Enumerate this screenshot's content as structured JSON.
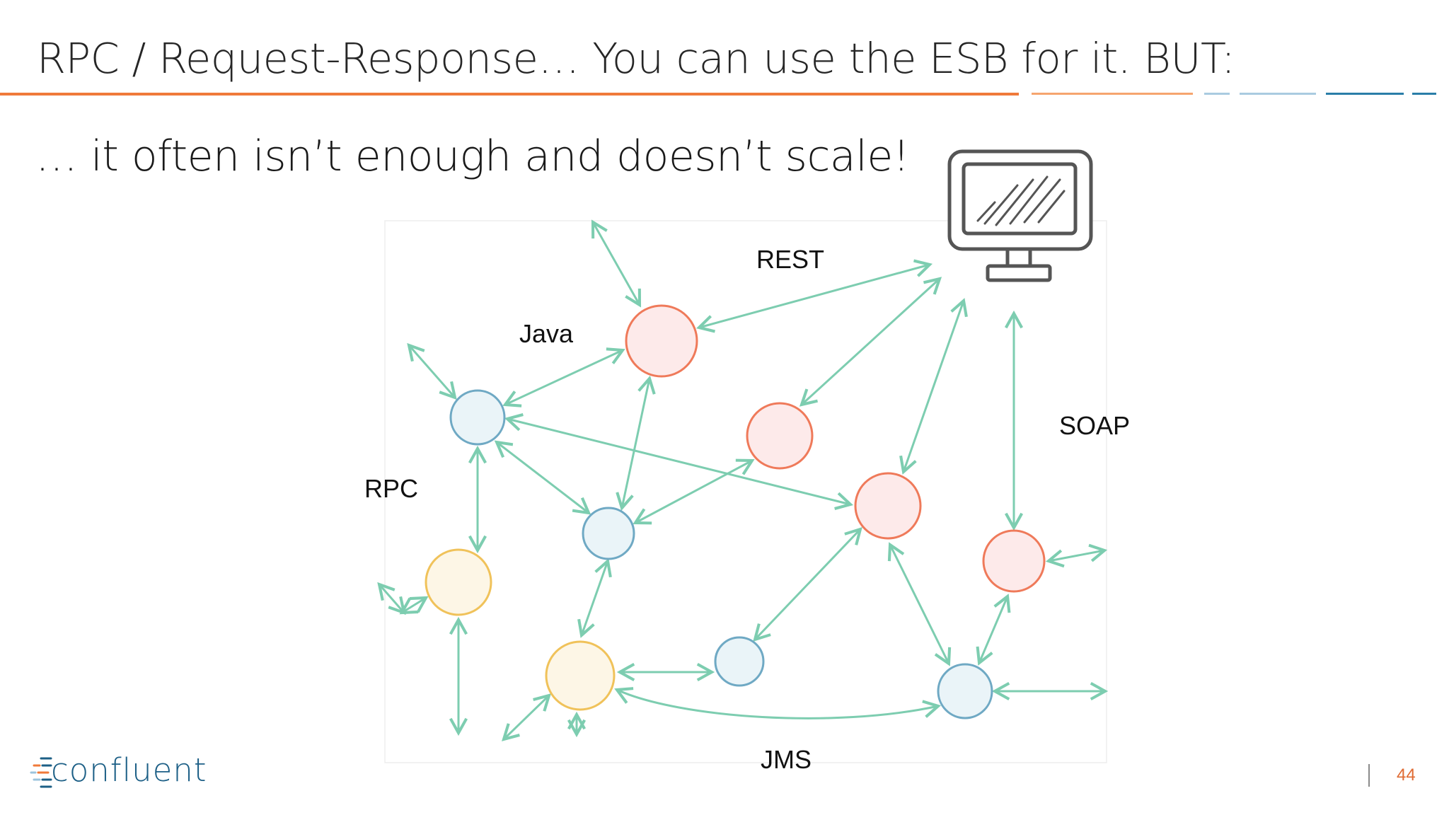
{
  "slide": {
    "title": "RPC / Request-Response… You can use the ESB for it. BUT:",
    "subtitle": "… it often isn’t enough and doesn’t scale!",
    "page_number": "44"
  },
  "diagram": {
    "labels": {
      "rest": "REST",
      "java": "Java",
      "soap": "SOAP",
      "rpc": "RPC",
      "jms": "JMS"
    },
    "icons": [
      "monitor-icon"
    ]
  },
  "brand": {
    "logo_text": "confluent"
  },
  "colors": {
    "accent_orange": "#f07a3a",
    "blue": "#1f6f99",
    "light_blue": "#9cc4dd",
    "arrow_green": "#7dcdb0",
    "node_red": "#ef7a5a",
    "node_blue": "#6fa9c4",
    "node_yellow": "#f0c25a"
  }
}
